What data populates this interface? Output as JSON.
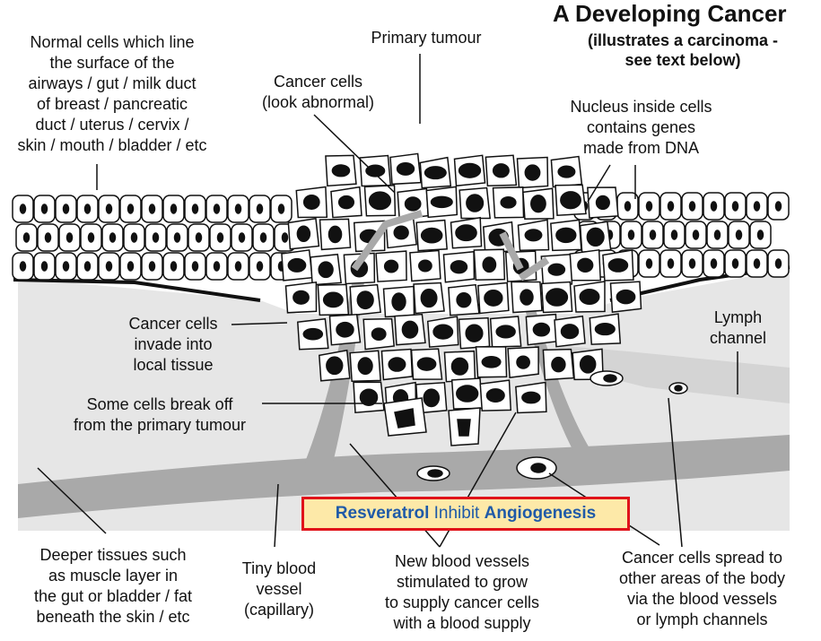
{
  "title": "A Developing Cancer",
  "subtitle": "(illustrates a carcinoma -\nsee text below)",
  "labels": {
    "normal_cells": "Normal cells which line\nthe  surface of the\nairways / gut / milk duct\nof breast / pancreatic\nduct / uterus / cervix /\nskin / mouth / bladder / etc",
    "primary_tumour": "Primary tumour",
    "cancer_cells": "Cancer cells\n(look abnormal)",
    "nucleus": "Nucleus inside cells\ncontains genes\nmade from DNA",
    "invade": "Cancer cells\ninvade into\nlocal tissue",
    "lymph": "Lymph\nchannel",
    "break_off": "Some cells break off\nfrom the primary tumour",
    "deeper": "Deeper tissues such\nas  muscle layer in\nthe gut or bladder / fat\nbeneath the skin / etc",
    "tiny_vessel": "Tiny blood\nvessel\n(capillary)",
    "new_vessels": "New blood vessels\nstimulated to grow\nto supply cancer cells\nwith a blood supply",
    "spread": "Cancer cells spread to\nother areas of the body\nvia  the blood vessels\nor lymph channels"
  },
  "callout": {
    "part1": "Resveratrol",
    "part2": " Inhibit ",
    "part3": "Angiogenesis"
  },
  "colors": {
    "tissue": "#e6e6e6",
    "vessel": "#a9a9a9",
    "lymph": "#d4d4d4",
    "callout_border": "#e0131a",
    "callout_fill": "#fde9a8",
    "callout_text": "#1f5aa8"
  }
}
